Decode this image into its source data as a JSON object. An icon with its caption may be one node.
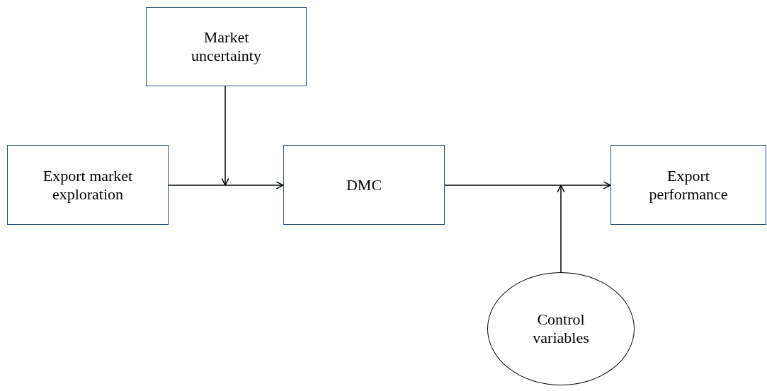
{
  "diagram": {
    "nodes": [
      {
        "text": [
          "Market uncertainty"
        ]
      },
      {
        "text": [
          "Export market exploration"
        ]
      },
      {
        "text": [
          "DMC"
        ]
      },
      {
        "text": [
          "Export performance"
        ]
      },
      {
        "text": [
          "Control variables"
        ]
      }
    ],
    "edges": [
      {
        "from": 1,
        "to": 2,
        "arrow": "to"
      },
      {
        "from": 0,
        "to": null,
        "arrow": "to"
      },
      {
        "from": 2,
        "to": 3,
        "arrow": "to"
      },
      {
        "from": 4,
        "to": null,
        "arrow": "to"
      }
    ]
  }
}
